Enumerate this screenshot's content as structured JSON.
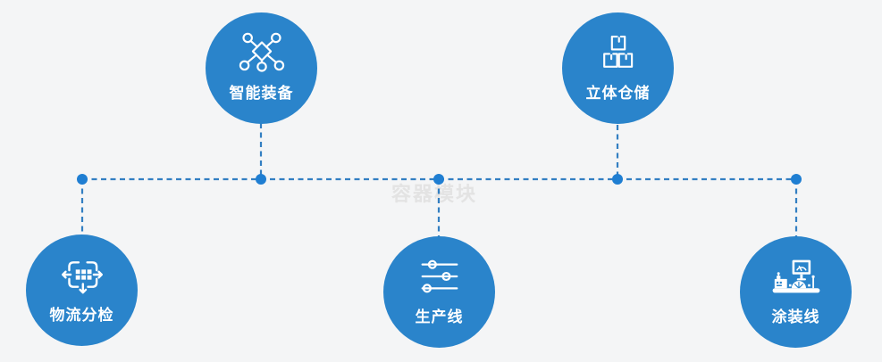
{
  "diagram": {
    "watermark": "容器模块",
    "nodes": [
      {
        "label": "智能装备",
        "icon": "network-nodes-icon",
        "position": "top-left"
      },
      {
        "label": "立体仓储",
        "icon": "warehouse-boxes-icon",
        "position": "top-right"
      },
      {
        "label": "物流分检",
        "icon": "sorting-arrows-icon",
        "position": "bottom-left"
      },
      {
        "label": "生产线",
        "icon": "sliders-icon",
        "position": "bottom-center"
      },
      {
        "label": "涂装线",
        "icon": "control-console-icon",
        "position": "bottom-right"
      }
    ]
  },
  "colors": {
    "bg": "#f4f5f6",
    "circle": "#2a84cb",
    "icon": "#ffffff",
    "label": "#ffffff",
    "connector": "#337fc2",
    "node-dot": "#1f7ed2",
    "watermark": "#e3e3e3"
  }
}
